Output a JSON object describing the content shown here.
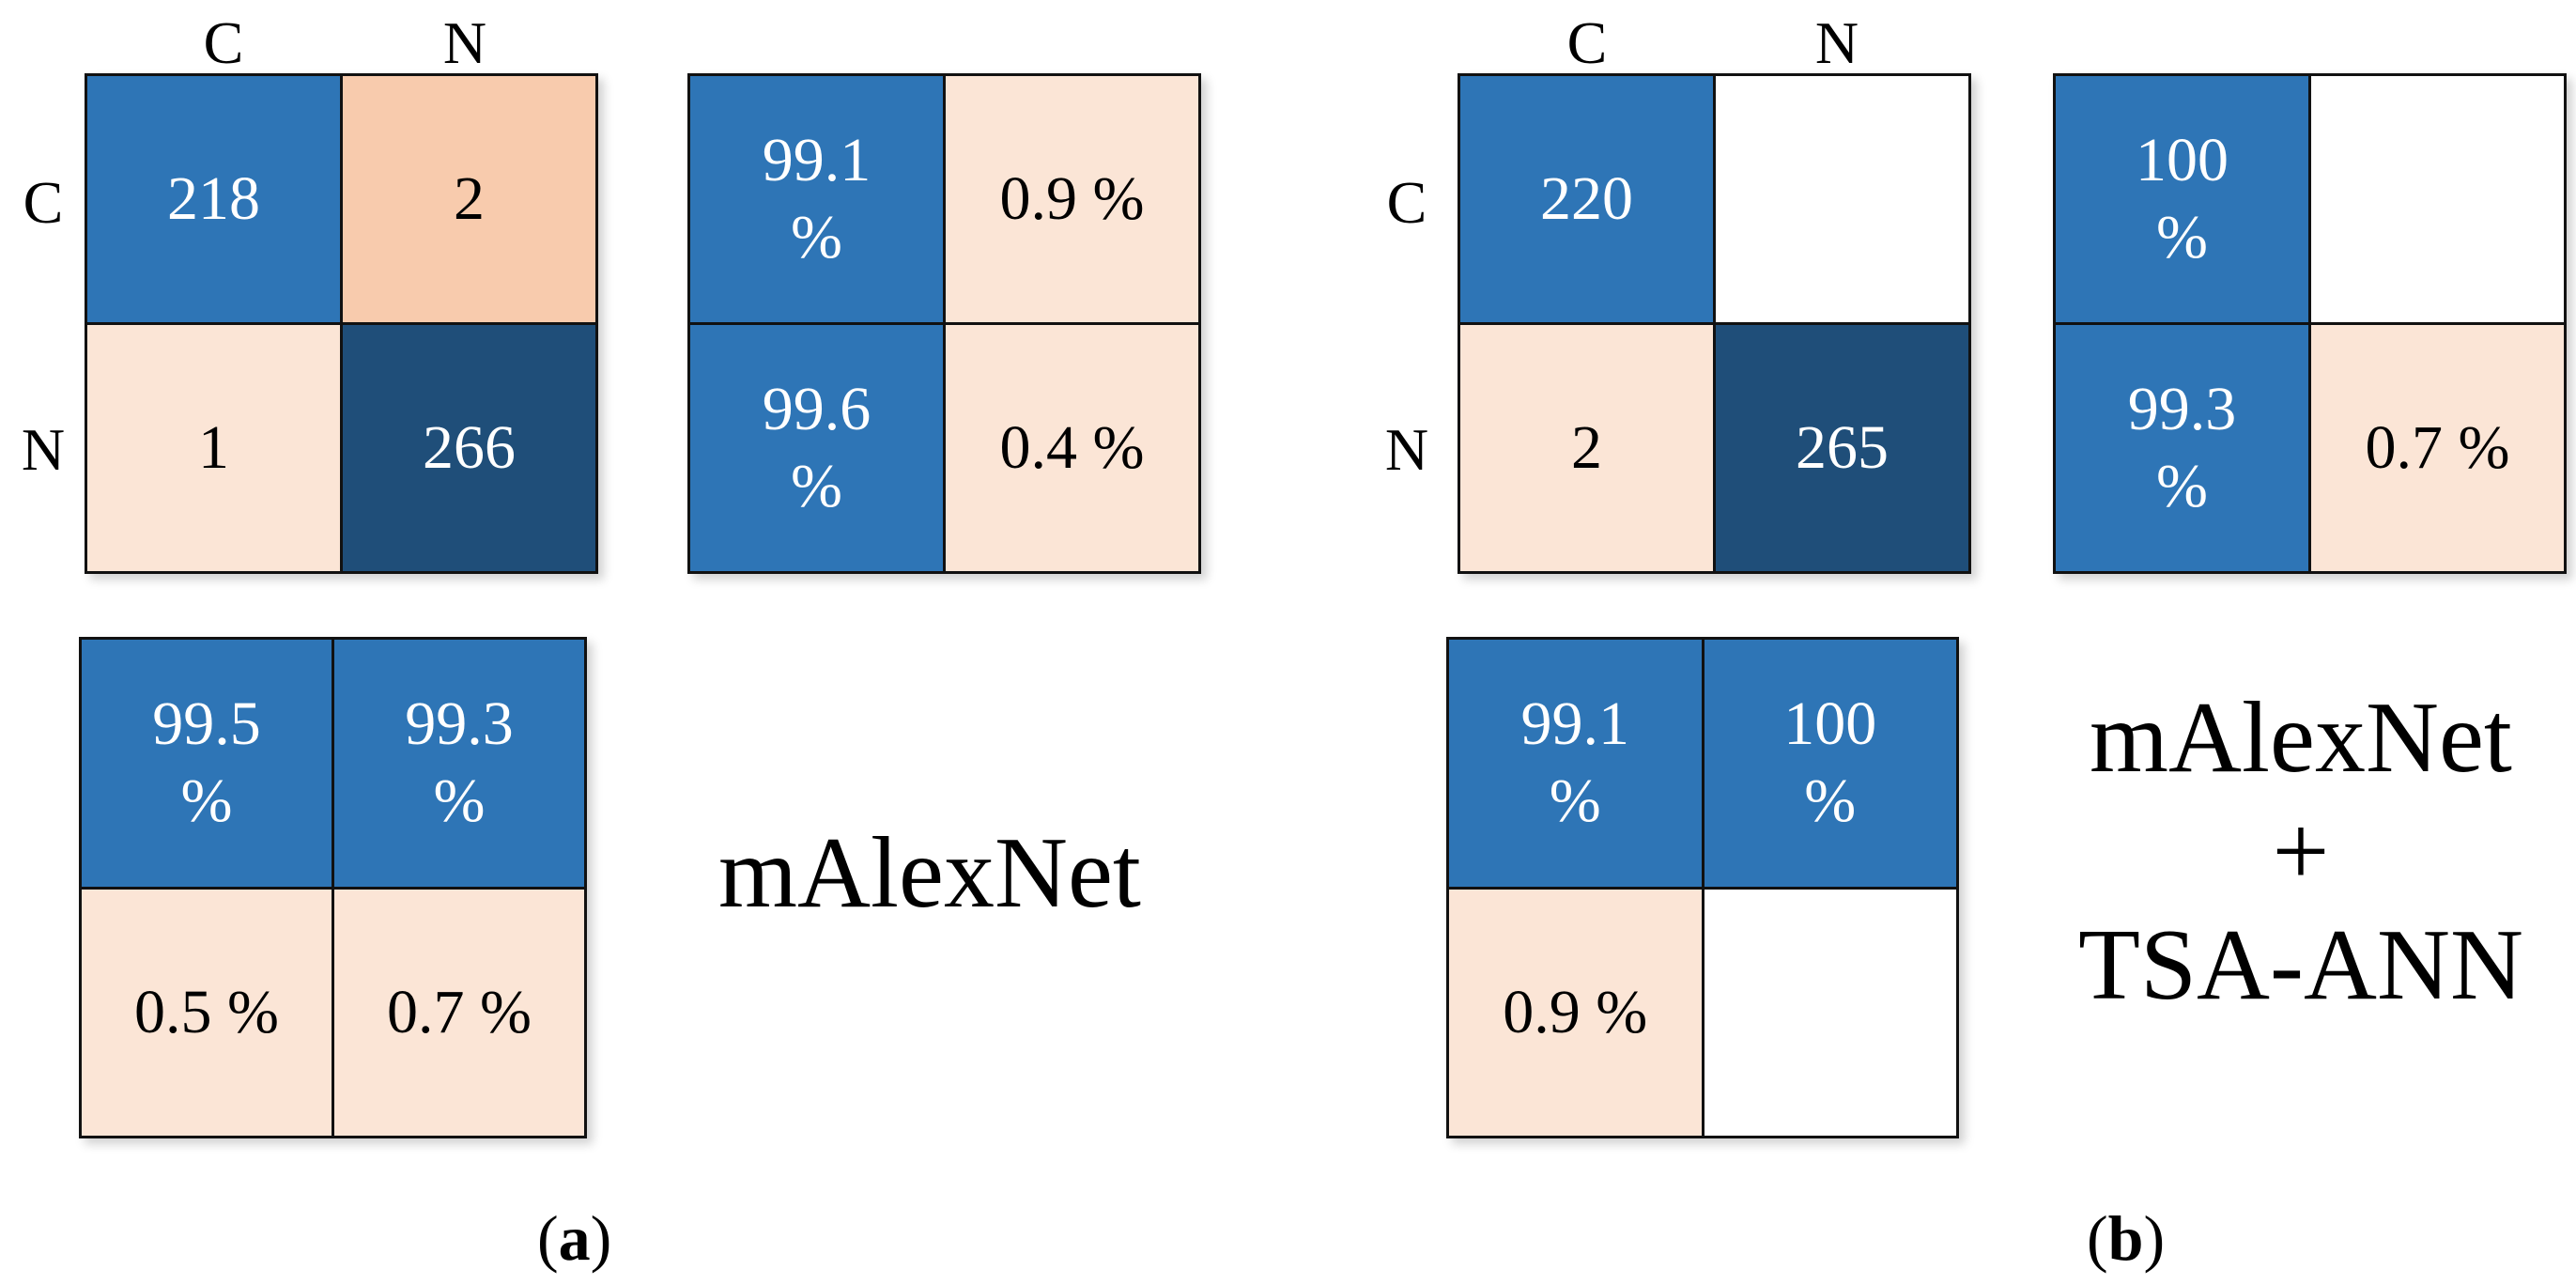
{
  "panel_a": {
    "col_headers": [
      "C",
      "N"
    ],
    "row_headers": [
      "C",
      "N"
    ],
    "counts": [
      "218",
      "2",
      "1",
      "266"
    ],
    "row_percent": [
      "99.1\n%",
      "0.9  %",
      "99.6\n%",
      "0.4 %"
    ],
    "col_percent": [
      "99.5\n%",
      "99.3\n%",
      "0.5 %",
      "0.7 %"
    ],
    "method": "mAlexNet",
    "caption_open": "(",
    "caption_letter": "a",
    "caption_close": ")"
  },
  "panel_b": {
    "col_headers": [
      "C",
      "N"
    ],
    "row_headers": [
      "C",
      "N"
    ],
    "counts": [
      "220",
      "",
      "2",
      "265"
    ],
    "row_percent": [
      "100\n%",
      "",
      "99.3\n%",
      "0.7 %"
    ],
    "col_percent": [
      "99.1\n%",
      "100\n%",
      "0.9 %",
      ""
    ],
    "method_line1": "mAlexNet",
    "method_line2": "+",
    "method_line3": "TSA-ANN",
    "caption_open": "(",
    "caption_letter": "b",
    "caption_close": ")"
  },
  "colors": {
    "blue": "#2E75B6",
    "dark_blue": "#1F4E79",
    "peach": "#F8CBAD",
    "light_peach": "#FBE5D6",
    "white": "#FFFFFF"
  }
}
